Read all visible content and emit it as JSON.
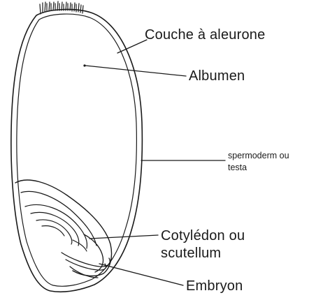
{
  "labels": {
    "aleurone": "Couche à aleurone",
    "albumen": "Albumen",
    "spermoderm_line1": "spermoderm ou",
    "spermoderm_line2": "testa",
    "cotyledon_line1": "Cotylédon ou",
    "cotyledon_line2": "scutellum",
    "embryon": "Embryon"
  },
  "colors": {
    "ink": "#1a1a1a",
    "background": "#ffffff"
  }
}
